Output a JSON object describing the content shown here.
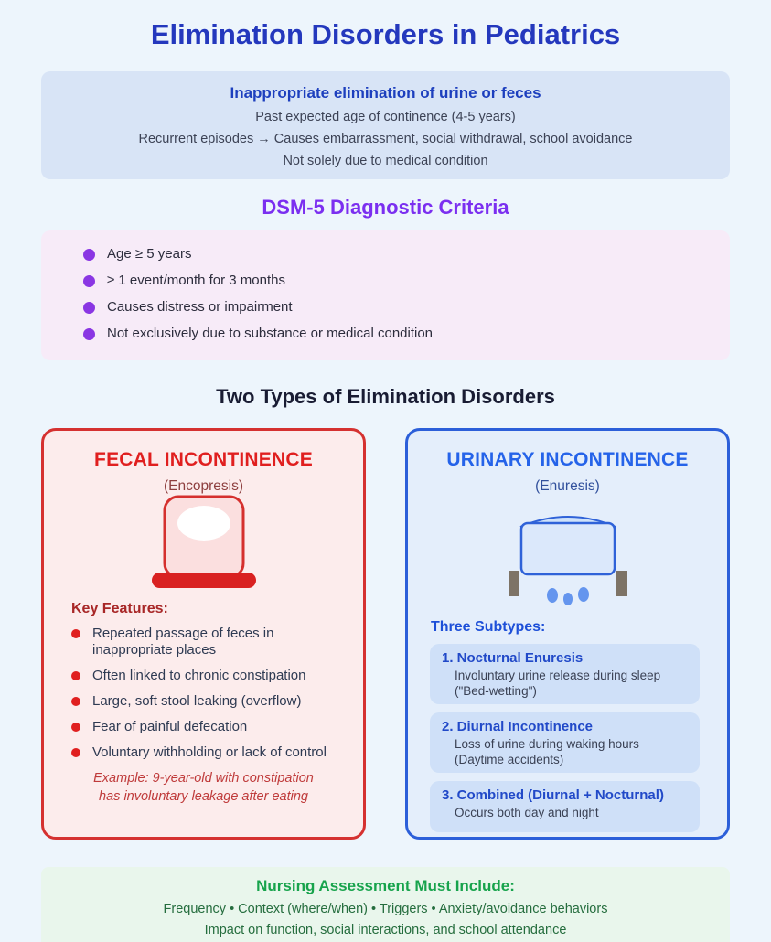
{
  "page": {
    "title": "Elimination Disorders in Pediatrics"
  },
  "overview": {
    "heading": "Inappropriate elimination of urine or feces",
    "lines": [
      "Past expected age of continence (4-5 years)",
      "Recurrent episodes → Causes embarrassment, social withdrawal, school avoidance",
      "Not solely due to medical condition"
    ]
  },
  "dsm5": {
    "heading": "DSM-5 Diagnostic Criteria",
    "criteria": [
      "Age ≥ 5 years",
      "≥ 1 event/month for 3 months",
      "Causes distress or impairment",
      "Not exclusively due to substance or medical condition"
    ]
  },
  "two_types": {
    "heading": "Two Types of Elimination Disorders",
    "fecal": {
      "title": "FECAL INCONTINENCE",
      "subtitle": "(Encopresis)",
      "icon": "toilet-icon",
      "features_heading": "Key Features:",
      "features": [
        "Repeated passage of feces in inappropriate places",
        "Often linked to chronic constipation",
        "Large, soft stool leaking (overflow)",
        "Fear of painful defecation",
        "Voluntary withholding or lack of control"
      ],
      "example_line1": "Example: 9-year-old with constipation",
      "example_line2": "has involuntary leakage after eating"
    },
    "urinary": {
      "title": "URINARY INCONTINENCE",
      "subtitle": "(Enuresis)",
      "icon": "bed-icon",
      "subtypes_heading": "Three Subtypes:",
      "subtypes": [
        {
          "title": "1. Nocturnal Enuresis",
          "desc": "Involuntary urine release during sleep\n(\"Bed-wetting\")"
        },
        {
          "title": "2. Diurnal Incontinence",
          "desc": "Loss of urine during waking hours\n(Daytime accidents)"
        },
        {
          "title": "3. Combined (Diurnal + Nocturnal)",
          "desc": "Occurs both day and night"
        }
      ]
    }
  },
  "assessment": {
    "heading": "Nursing Assessment Must Include:",
    "lines": [
      "Frequency • Context (where/when) • Triggers • Anxiety/avoidance behaviors",
      "Impact on function, social interactions, and school attendance"
    ]
  },
  "colors": {
    "page_background": "#edf5fc",
    "title_blue": "#2438bd",
    "overview_box_bg": "#d8e4f6",
    "dsm5_purple": "#7b2ff0",
    "dsm5_box_bg": "#f7ebf8",
    "criteria_dot": "#8a36e3",
    "fecal_red": "#e01f1f",
    "fecal_border": "#d53130",
    "fecal_card_bg": "#fcecec",
    "urinary_blue": "#2563e9",
    "urinary_border": "#2c5fd9",
    "urinary_card_bg": "#e4eefb",
    "subtype_box_bg": "#cfe0f8",
    "assessment_green": "#17a34c",
    "assessment_box_bg": "#e9f6ec"
  }
}
